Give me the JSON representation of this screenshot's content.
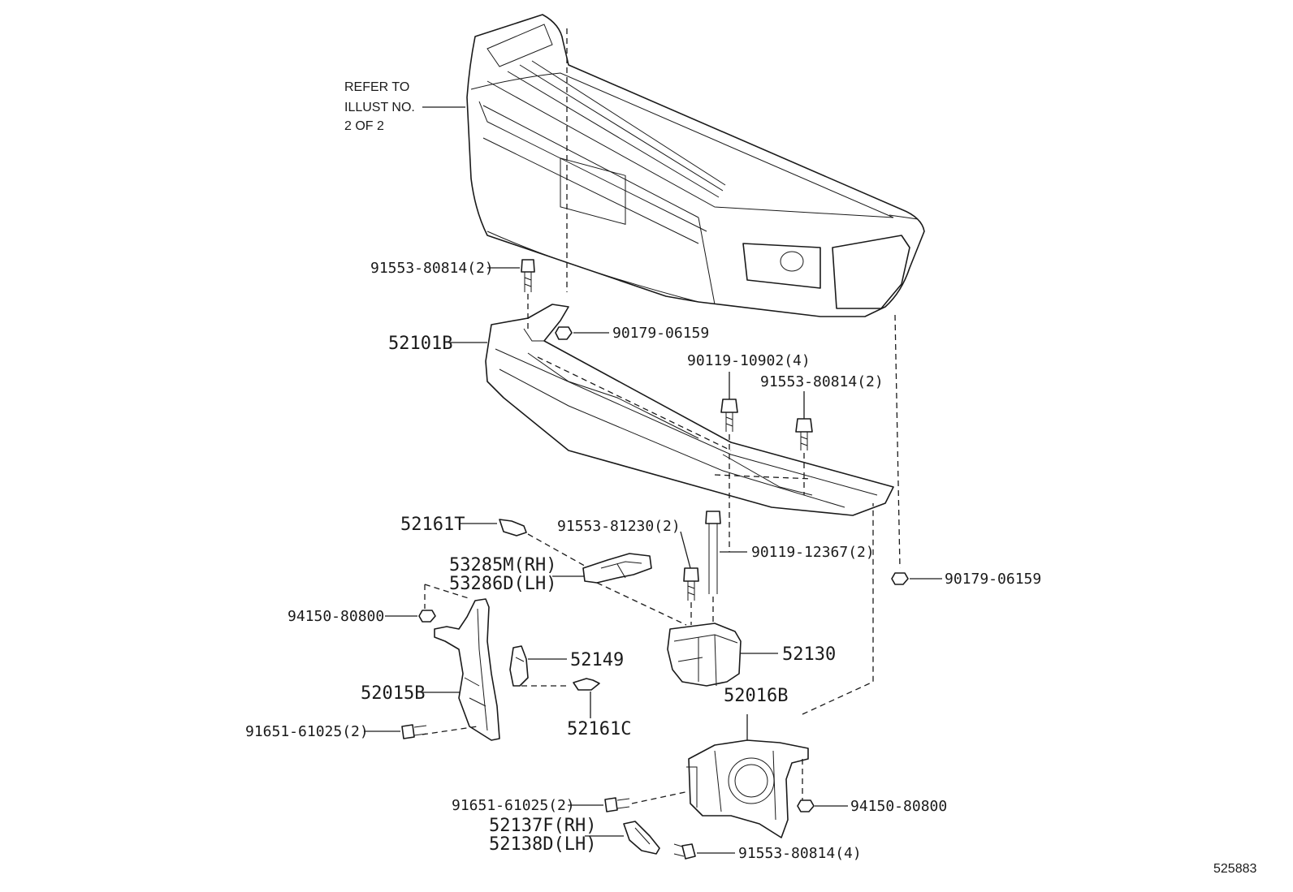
{
  "diagram_id": "525883",
  "refer_note": [
    "REFER TO",
    "ILLUST NO.",
    "2 OF 2"
  ],
  "labels": {
    "bolt_91553_80814_top": "91553-80814(2)",
    "part_52101B": "52101B",
    "nut_90179_06159_top": "90179-06159",
    "bolt_90119_10902": "90119-10902(4)",
    "bolt_91553_80814_right": "91553-80814(2)",
    "clip_52161T": "52161T",
    "bolt_91553_81230": "91553-81230(2)",
    "bolt_90119_12367": "90119-12367(2)",
    "nut_90179_06159_right": "90179-06159",
    "part_53285M": "53285M(RH)",
    "part_53286D": "53286D(LH)",
    "nut_94150_80800_left": "94150-80800",
    "part_52149": "52149",
    "part_52130": "52130",
    "part_52015B": "52015B",
    "part_52016B": "52016B",
    "clip_52161C": "52161C",
    "bolt_91651_61025_left": "91651-61025(2)",
    "bolt_91651_61025_bottom": "91651-61025(2)",
    "nut_94150_80800_bottom": "94150-80800",
    "part_52137F": "52137F(RH)",
    "part_52138D": "52138D(LH)",
    "bolt_91553_80814_bottom": "91553-80814(4)"
  }
}
